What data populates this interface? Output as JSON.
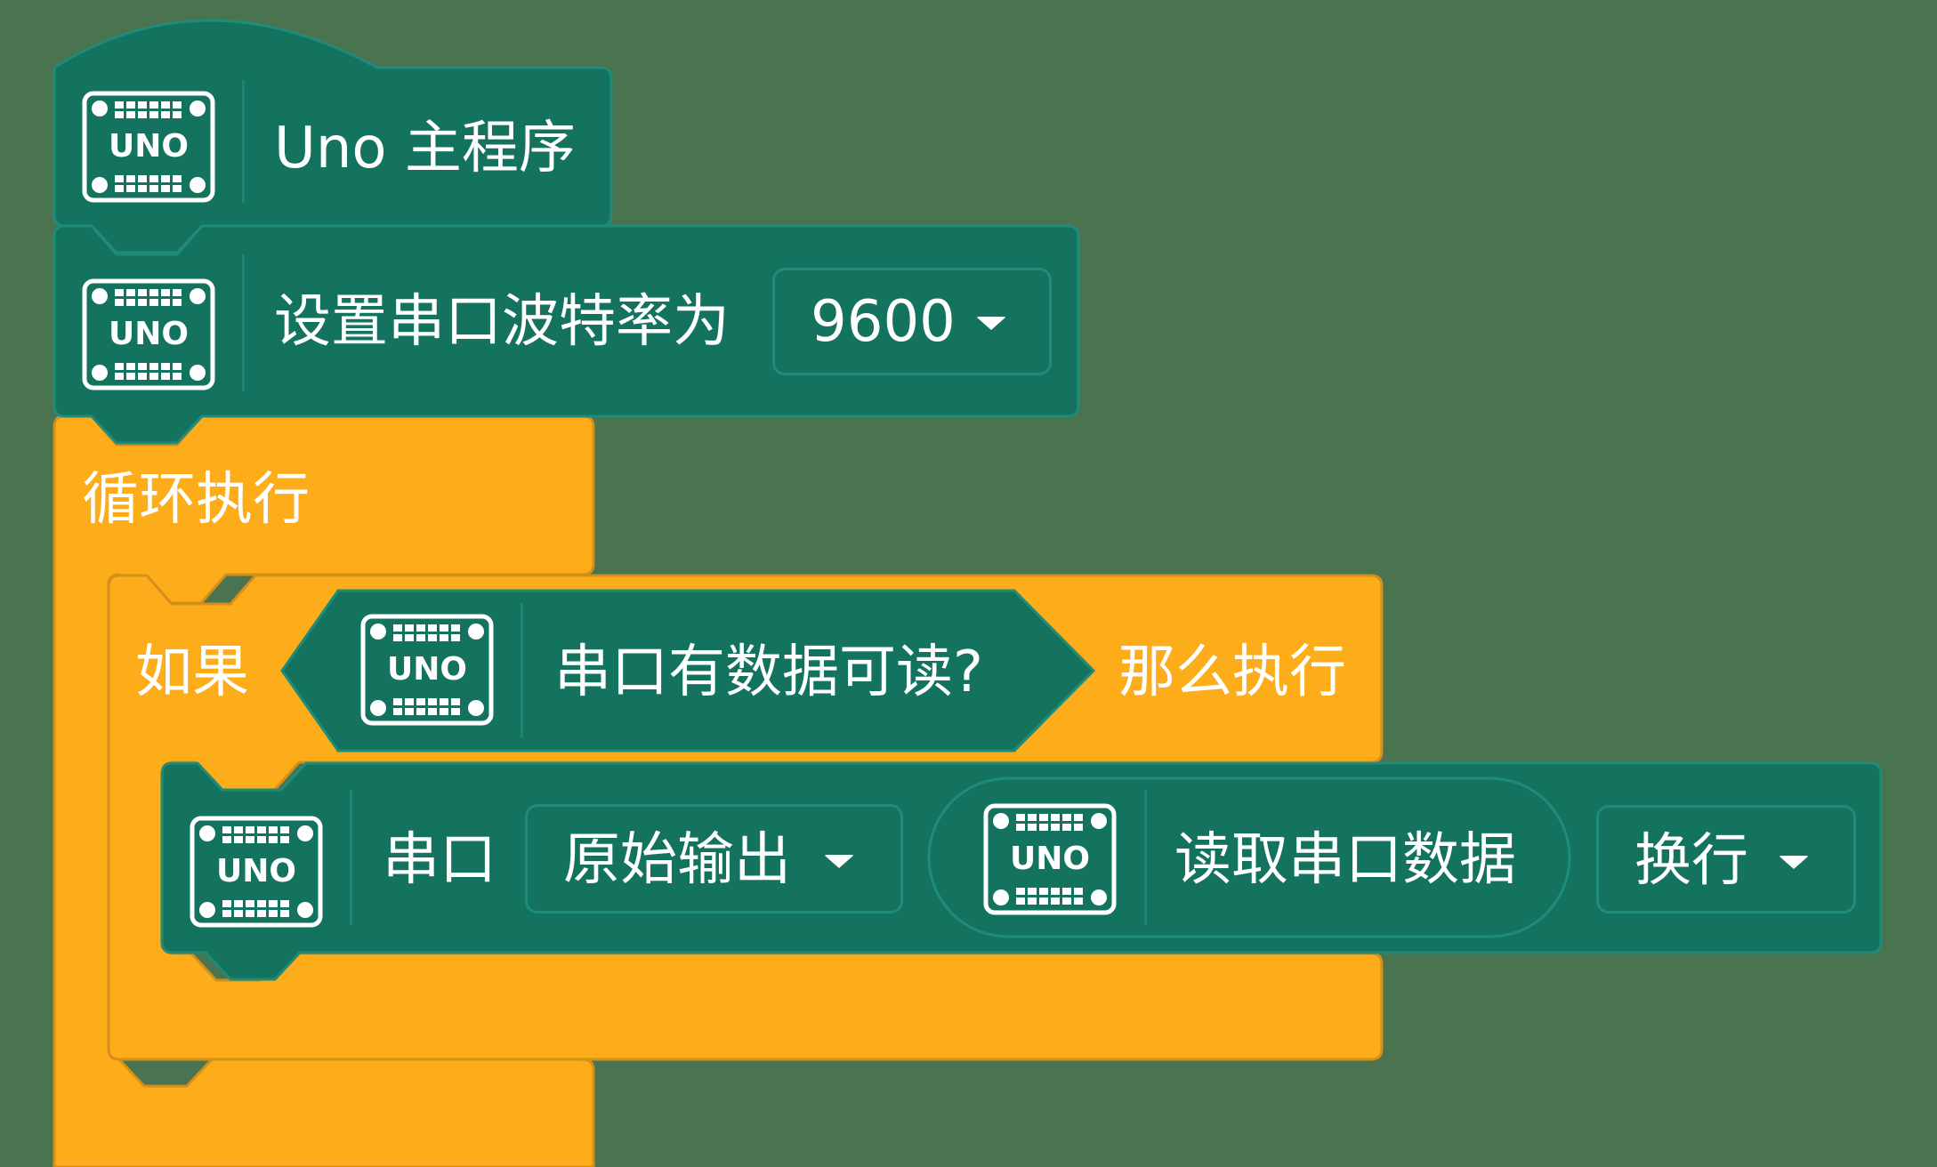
{
  "colors": {
    "workspace_bg": "#4a7350",
    "board_block": "#13735f",
    "board_block_border": "#1f8c7a",
    "control_block": "#fdac1a",
    "control_block_border": "#d48f1a",
    "text": "#ffffff"
  },
  "blocks": {
    "main_program": {
      "icon": "uno-board-icon",
      "icon_text": "UNO",
      "label": "Uno 主程序"
    },
    "serial_baud": {
      "icon": "uno-board-icon",
      "icon_text": "UNO",
      "label": "设置串口波特率为",
      "dropdown_value": "9600",
      "dropdown_icon": "caret-down-icon"
    },
    "loop": {
      "label": "循环执行"
    },
    "if_block": {
      "label_if": "如果",
      "label_then": "那么执行",
      "condition": {
        "icon": "uno-board-icon",
        "icon_text": "UNO",
        "label": "串口有数据可读?"
      }
    },
    "serial_print": {
      "icon": "uno-board-icon",
      "icon_text": "UNO",
      "label": "串口",
      "mode_dropdown_value": "原始输出",
      "value_block": {
        "icon": "uno-board-icon",
        "icon_text": "UNO",
        "label": "读取串口数据"
      },
      "newline_dropdown_value": "换行",
      "dropdown_icon": "caret-down-icon"
    }
  }
}
